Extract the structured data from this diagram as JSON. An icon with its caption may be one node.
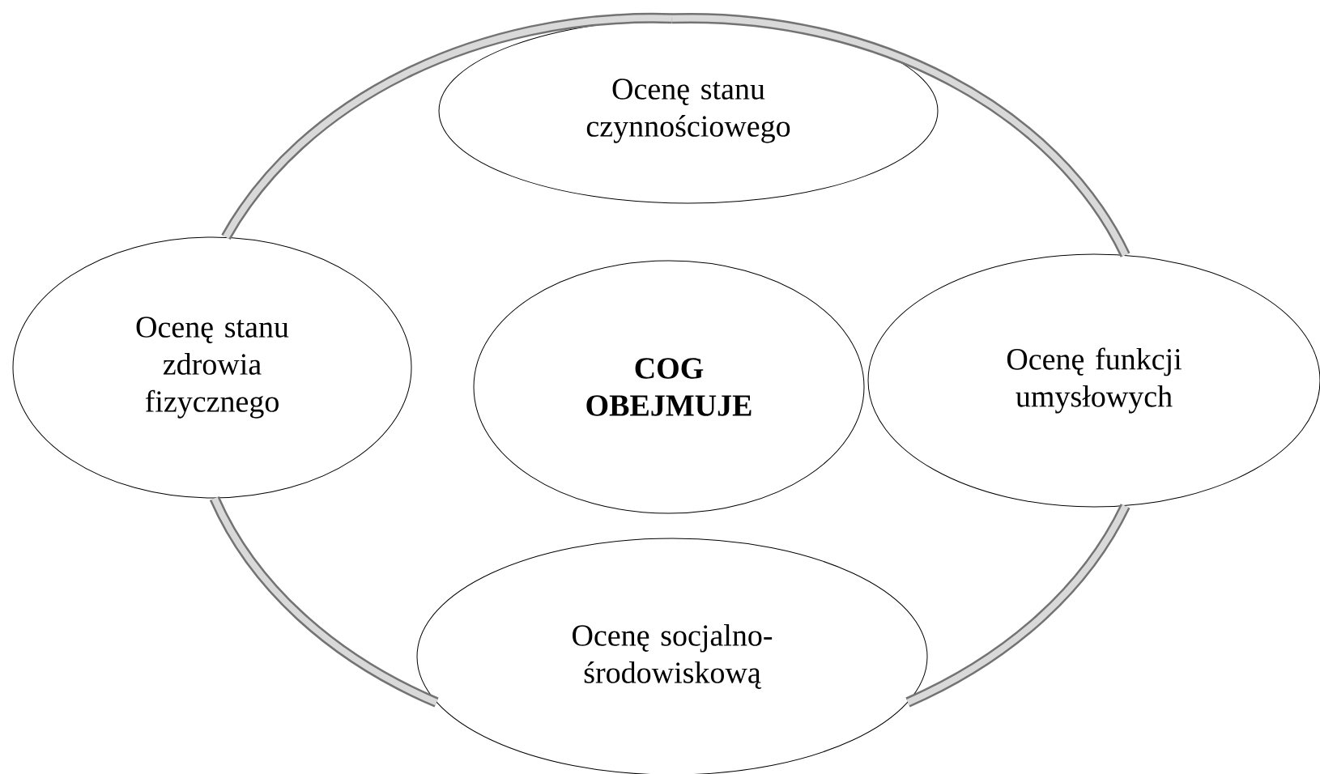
{
  "diagram": {
    "nodes": [
      {
        "text": [
          "Ocenę stanu czynnościowego"
        ]
      },
      {
        "text": [
          "Ocenę stanu zdrowia fizycznego"
        ]
      },
      {
        "text": [
          "COG OBEJMUJE"
        ]
      },
      {
        "text": [
          "Ocenę funkcji umysłowych"
        ]
      },
      {
        "text": [
          "Ocenę socjalno-środowiskową"
        ]
      }
    ],
    "edges": [
      {
        "from": 0,
        "to": 3,
        "arrow": "none"
      },
      {
        "from": 3,
        "to": 4,
        "arrow": "none"
      },
      {
        "from": 4,
        "to": 1,
        "arrow": "none"
      },
      {
        "from": 1,
        "to": 0,
        "arrow": "none"
      }
    ]
  }
}
